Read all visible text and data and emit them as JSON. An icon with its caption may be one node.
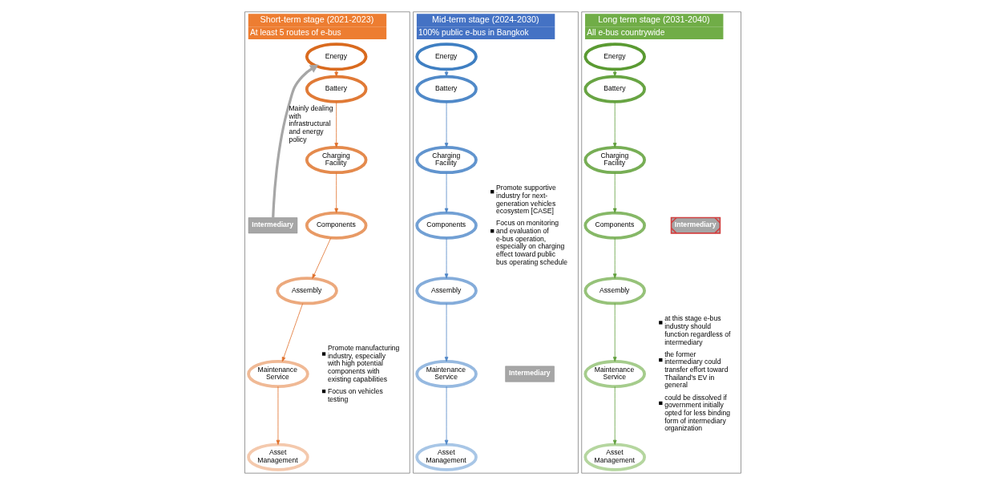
{
  "diagram": {
    "nodes": [
      {
        "text": [
          "Short-term stage (2021-2023)",
          "At least 5 routes of e-bus"
        ]
      },
      {
        "text": [
          "Intermediary"
        ],
        "in": 0
      },
      {
        "text": [
          "Promote manufacturing industry, especially with high potential components with existing capabilities",
          "Focus on vehicles testing"
        ],
        "in": 0
      },
      {
        "text": [
          "Energy"
        ],
        "in": 0
      },
      {
        "text": [
          "Battery"
        ],
        "in": 0
      },
      {
        "text": [
          "Charging Facility"
        ],
        "in": 0
      },
      {
        "text": [
          "Components"
        ],
        "in": 0
      },
      {
        "text": [
          "Assembly"
        ],
        "in": 0
      },
      {
        "text": [
          "Maintenance Service"
        ],
        "in": 0
      },
      {
        "text": [
          "Asset Management"
        ],
        "in": 0
      },
      {
        "text": [
          "Mid-term stage (2024-2030)",
          "100% public e-bus in Bangkok"
        ]
      },
      {
        "text": [
          "Promote supportive industry for next-generation vehicles ecosystem [CASE]",
          "Focus on monitoring and evaluation of e-bus operation, especially on charging effect toward public bus operating schedule"
        ],
        "in": 10
      },
      {
        "text": [
          "Intermediary"
        ],
        "in": 10
      },
      {
        "text": [
          "Energy"
        ],
        "in": 10
      },
      {
        "text": [
          "Battery"
        ],
        "in": 10
      },
      {
        "text": [
          "Charging Facility"
        ],
        "in": 10
      },
      {
        "text": [
          "Components"
        ],
        "in": 10
      },
      {
        "text": [
          "Assembly"
        ],
        "in": 10
      },
      {
        "text": [
          "Maintenance Service"
        ],
        "in": 10
      },
      {
        "text": [
          "Asset Management"
        ],
        "in": 10
      },
      {
        "text": [
          "Long term stage (2031-2040)",
          "All e-bus countrywide"
        ]
      },
      {
        "text": [
          "Intermediary"
        ],
        "in": 20
      },
      {
        "text": [
          "at this stage e-bus industry should function regardless of intermediary",
          "the former intermediary could transfer effort toward Thailand’s EV in general",
          "could be dissolved if government initially opted for less binding form of intermediary organization"
        ],
        "in": 20
      },
      {
        "text": [
          "Energy"
        ],
        "in": 20
      },
      {
        "text": [
          "Battery"
        ],
        "in": 20
      },
      {
        "text": [
          "Charging Facility"
        ],
        "in": 20
      },
      {
        "text": [
          "Components"
        ],
        "in": 20
      },
      {
        "text": [
          "Assembly"
        ],
        "in": 20
      },
      {
        "text": [
          "Maintenance Service"
        ],
        "in": 20
      },
      {
        "text": [
          "Asset Management"
        ],
        "in": 20
      }
    ],
    "edges": [
      {
        "from": 1,
        "to": 3,
        "arrow": "to",
        "label": "Mainly dealing with infrastructural and energy policy",
        "style": "thick",
        "color": "#a6a6a6"
      },
      {
        "from": 3,
        "to": 4,
        "arrow": "to",
        "color": "#e0702a"
      },
      {
        "from": 4,
        "to": 5,
        "arrow": "to",
        "color": "#e0702a"
      },
      {
        "from": 5,
        "to": 6,
        "arrow": "to",
        "color": "#e0702a"
      },
      {
        "from": 6,
        "to": 7,
        "arrow": "to",
        "color": "#e0702a"
      },
      {
        "from": 7,
        "to": 8,
        "arrow": "to",
        "color": "#e0702a"
      },
      {
        "from": 8,
        "to": 9,
        "arrow": "to",
        "color": "#e0702a"
      },
      {
        "from": 13,
        "to": 14,
        "arrow": "to",
        "color": "#4f86c6"
      },
      {
        "from": 14,
        "to": 15,
        "arrow": "to",
        "color": "#4f86c6"
      },
      {
        "from": 15,
        "to": 16,
        "arrow": "to",
        "color": "#4f86c6"
      },
      {
        "from": 16,
        "to": 17,
        "arrow": "to",
        "color": "#4f86c6"
      },
      {
        "from": 17,
        "to": 18,
        "arrow": "to",
        "color": "#4f86c6"
      },
      {
        "from": 18,
        "to": 19,
        "arrow": "to",
        "color": "#4f86c6"
      },
      {
        "from": 23,
        "to": 24,
        "arrow": "to",
        "color": "#5f9e3a"
      },
      {
        "from": 24,
        "to": 25,
        "arrow": "to",
        "color": "#5f9e3a"
      },
      {
        "from": 25,
        "to": 26,
        "arrow": "to",
        "color": "#5f9e3a"
      },
      {
        "from": 26,
        "to": 27,
        "arrow": "to",
        "color": "#5f9e3a"
      },
      {
        "from": 27,
        "to": 28,
        "arrow": "to",
        "color": "#5f9e3a"
      },
      {
        "from": 28,
        "to": 29,
        "arrow": "to",
        "color": "#5f9e3a"
      }
    ]
  }
}
